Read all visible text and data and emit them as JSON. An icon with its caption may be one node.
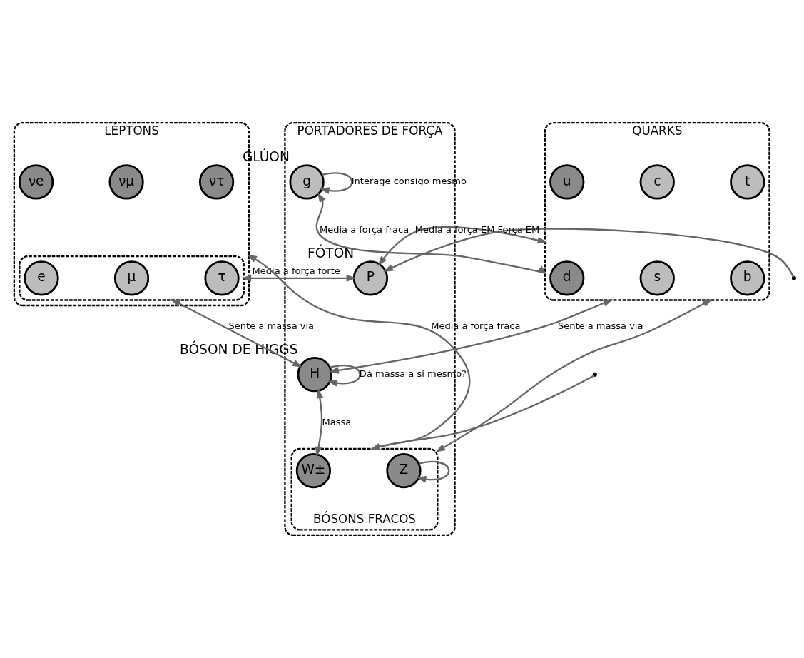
{
  "diagram": {
    "nodes": [
      {
        "text": [
          "PORTADORES DE FORÇA"
        ]
      },
      {
        "text": [
          "LÉPTONS"
        ]
      },
      {
        "text": [],
        "shape": "box",
        "in": 1
      },
      {
        "text": [
          "νe"
        ],
        "in": 1
      },
      {
        "text": [
          "νμ"
        ],
        "in": 1
      },
      {
        "text": [
          "ντ"
        ],
        "in": 1
      },
      {
        "text": [
          "e"
        ],
        "in": 2
      },
      {
        "text": [
          "μ"
        ],
        "in": 2
      },
      {
        "text": [
          "τ"
        ],
        "in": 2
      },
      {
        "text": [
          "g"
        ],
        "in": 0,
        "beside": [
          "GLÚON"
        ]
      },
      {
        "text": [
          "P"
        ],
        "in": 0,
        "beside": [
          "FÓTON"
        ]
      },
      {
        "text": [
          "H"
        ],
        "in": 0,
        "beside": [
          "BÓSON DE HIGGS"
        ]
      },
      {
        "text": [
          "BÓSONS FRACOS"
        ],
        "in": 0
      },
      {
        "text": [
          "W±"
        ],
        "in": 12
      },
      {
        "text": [
          "Z"
        ],
        "in": 12
      },
      {
        "text": [
          "QUARKS"
        ]
      },
      {
        "text": [
          "u"
        ],
        "in": 15
      },
      {
        "text": [
          "c"
        ],
        "in": 15
      },
      {
        "text": [
          "t"
        ],
        "in": 15
      },
      {
        "text": [
          "d"
        ],
        "in": 15
      },
      {
        "text": [
          "s"
        ],
        "in": 15
      },
      {
        "text": [
          "b"
        ],
        "in": 15
      }
    ],
    "edges": [
      {
        "from": 9,
        "to": 9,
        "arrow": "to",
        "label": "Interage consigo mesmo"
      },
      {
        "from": 9,
        "to": 15,
        "arrow": "both",
        "label": "Media a força fraca"
      },
      {
        "from": 10,
        "to": 2,
        "arrow": "both",
        "label": "Media a força forte"
      },
      {
        "from": null,
        "to": 10,
        "arrow": "to",
        "label": "Força EM"
      },
      {
        "from": 10,
        "to": 15,
        "arrow": "both",
        "label": "Media a força EM"
      },
      {
        "from": 11,
        "to": 2,
        "arrow": "both",
        "label": "Sente a massa via"
      },
      {
        "from": 11,
        "to": 11,
        "arrow": "to",
        "label": "Dá massa a si mesmo?"
      },
      {
        "from": 11,
        "to": 15,
        "arrow": "both",
        "label": "Sente a massa via"
      },
      {
        "from": null,
        "to": 12,
        "arrow": "to"
      },
      {
        "from": 11,
        "to": 13,
        "arrow": "both",
        "label": "Massa"
      },
      {
        "from": 12,
        "to": 1,
        "arrow": "both",
        "label": "Media a força fraca"
      },
      {
        "from": 14,
        "to": 14,
        "arrow": "to"
      },
      {
        "from": 12,
        "to": 15,
        "arrow": "both"
      }
    ]
  }
}
